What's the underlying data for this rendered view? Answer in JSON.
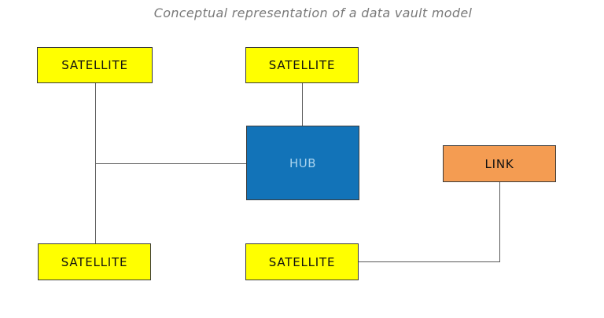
{
  "title": "Conceptual representation of a data vault model",
  "nodes": [
    {
      "id": "satellite-top-left",
      "label": "SATELLITE",
      "type": "satellite"
    },
    {
      "id": "satellite-top-middle",
      "label": "SATELLITE",
      "type": "satellite"
    },
    {
      "id": "hub",
      "label": "HUB",
      "type": "hub"
    },
    {
      "id": "link",
      "label": "LINK",
      "type": "link"
    },
    {
      "id": "satellite-bottom-left",
      "label": "SATELLITE",
      "type": "satellite"
    },
    {
      "id": "satellite-bottom-middle",
      "label": "SATELLITE",
      "type": "satellite"
    }
  ],
  "edges": [
    {
      "from": "satellite-top-left",
      "to": "satellite-bottom-left"
    },
    {
      "from": "satellite-top-left",
      "to": "hub"
    },
    {
      "from": "satellite-top-middle",
      "to": "hub"
    },
    {
      "from": "link",
      "to": "satellite-bottom-middle"
    }
  ],
  "colors": {
    "satellite_fill": "#FFFF00",
    "hub_fill": "#1273B8",
    "hub_text": "#A9D3EE",
    "link_fill": "#F49C52",
    "node_border": "#3A3A3A",
    "connector": "#595959",
    "title_text": "#7A7A7A",
    "node_text": "#111111",
    "background": "#FFFFFF"
  }
}
